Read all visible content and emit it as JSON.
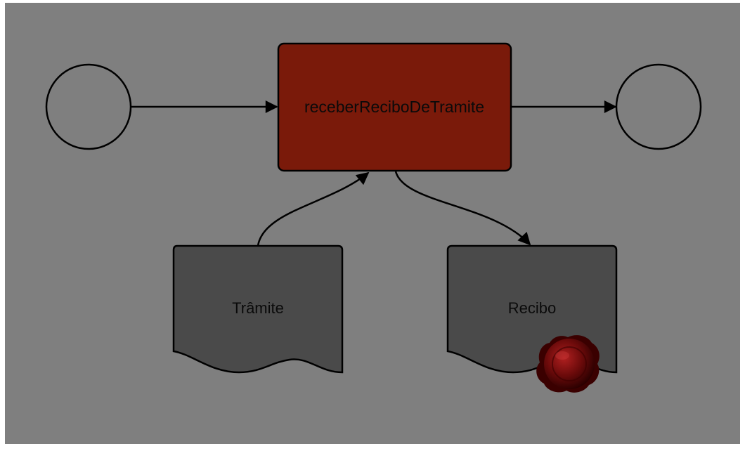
{
  "diagram": {
    "task": {
      "label": "receberReciboDeTramite",
      "fill": "#7a1a0a"
    },
    "documents": [
      {
        "label": "Trâmite",
        "fill": "#4a4a4a"
      },
      {
        "label": "Recibo",
        "fill": "#4a4a4a",
        "seal": "wax-seal-icon"
      }
    ],
    "events": [
      "start-event",
      "end-event"
    ]
  },
  "colors": {
    "background": "#7f7f7f",
    "stroke": "#000000",
    "seal": "#6a0a0a"
  }
}
